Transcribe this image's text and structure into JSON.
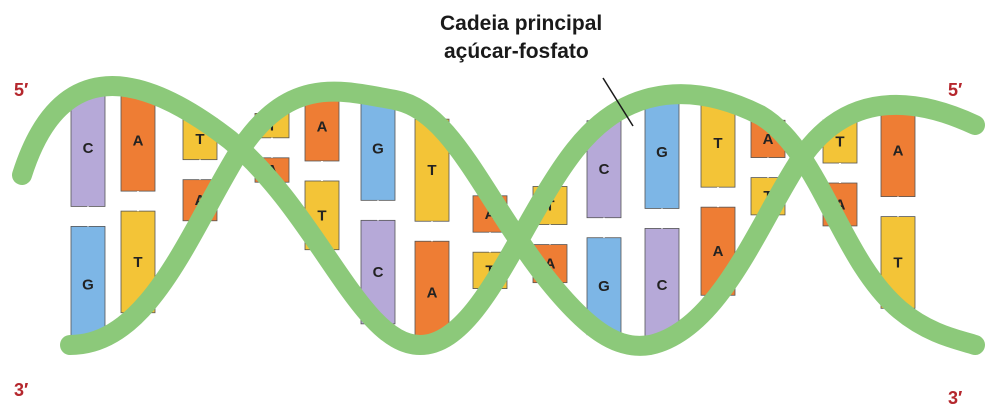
{
  "annotation": {
    "line1": "Cadeia principal",
    "line2": "açúcar-fosfato"
  },
  "ends": {
    "top_left": "5′",
    "top_right": "5′",
    "bottom_left": "3′",
    "bottom_right": "3′"
  },
  "colors": {
    "backbone": "#8CC97A",
    "backbone_edge": "#6fae5f",
    "end_labels": "#b5272d",
    "A": "#ee7d34",
    "T": "#f3c437",
    "G": "#7db6e6",
    "C": "#b6a9d8"
  },
  "base_pairs": [
    {
      "top": "C",
      "bottom": "G"
    },
    {
      "top": "A",
      "bottom": "T"
    },
    {
      "top": "T",
      "bottom": "A"
    },
    {
      "top": "T",
      "bottom": "A"
    },
    {
      "top": "A",
      "bottom": "T"
    },
    {
      "top": "G",
      "bottom": "C"
    },
    {
      "top": "T",
      "bottom": "A"
    },
    {
      "top": "A",
      "bottom": "T"
    },
    {
      "top": "T",
      "bottom": "A"
    },
    {
      "top": "C",
      "bottom": "G"
    },
    {
      "top": "G",
      "bottom": "C"
    },
    {
      "top": "T",
      "bottom": "A"
    },
    {
      "top": "A",
      "bottom": "T"
    },
    {
      "top": "T",
      "bottom": "A"
    },
    {
      "top": "A",
      "bottom": "T"
    }
  ]
}
